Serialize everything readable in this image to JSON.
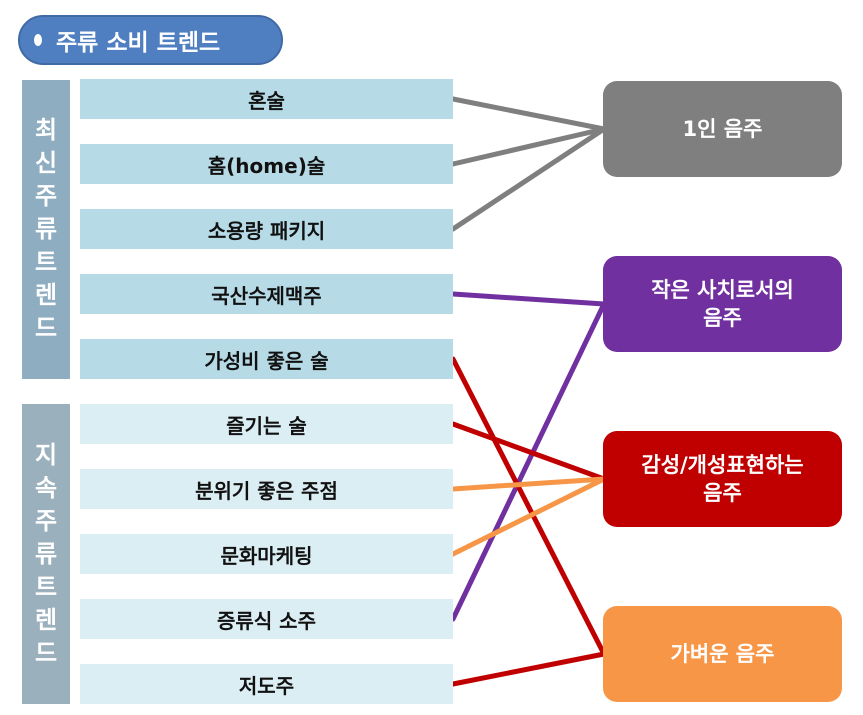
{
  "title": "주류 소비 트렌드",
  "groups": [
    {
      "label": "최신주류트렌드"
    },
    {
      "label": "지속주류트렌드"
    }
  ],
  "items": [
    {
      "label": "혼술"
    },
    {
      "label": "홈(home)술"
    },
    {
      "label": "소용량 패키지"
    },
    {
      "label": "국산수제맥주"
    },
    {
      "label": "가성비 좋은 술"
    },
    {
      "label": "즐기는 술"
    },
    {
      "label": "분위기 좋은 주점"
    },
    {
      "label": "문화마케팅"
    },
    {
      "label": "증류식 소주"
    },
    {
      "label": "저도주"
    }
  ],
  "results": [
    {
      "label": "1인 음주",
      "color": "#7f7f7f"
    },
    {
      "label": "작은 사치로서의\n음주",
      "color": "#7030a0"
    },
    {
      "label": "감성/개성표현하는\n음주",
      "color": "#c00000"
    },
    {
      "label": "가벼운 음주",
      "color": "#f79646"
    }
  ],
  "links": [
    {
      "from": "혼술",
      "to": "1인 음주"
    },
    {
      "from": "홈(home)술",
      "to": "1인 음주"
    },
    {
      "from": "소용량 패키지",
      "to": "1인 음주"
    },
    {
      "from": "국산수제맥주",
      "to": "작은 사치로서의\n음주"
    },
    {
      "from": "증류식 소주",
      "to": "작은 사치로서의\n음주"
    },
    {
      "from": "즐기는 술",
      "to": "감성/개성표현하는\n음주"
    },
    {
      "from": "분위기 좋은 주점",
      "to": "감성/개성표현하는\n음주"
    },
    {
      "from": "문화마케팅",
      "to": "감성/개성표현하는\n음주"
    },
    {
      "from": "가성비 좋은 술",
      "to": "가벼운 음주"
    },
    {
      "from": "저도주",
      "to": "가벼운 음주"
    }
  ]
}
